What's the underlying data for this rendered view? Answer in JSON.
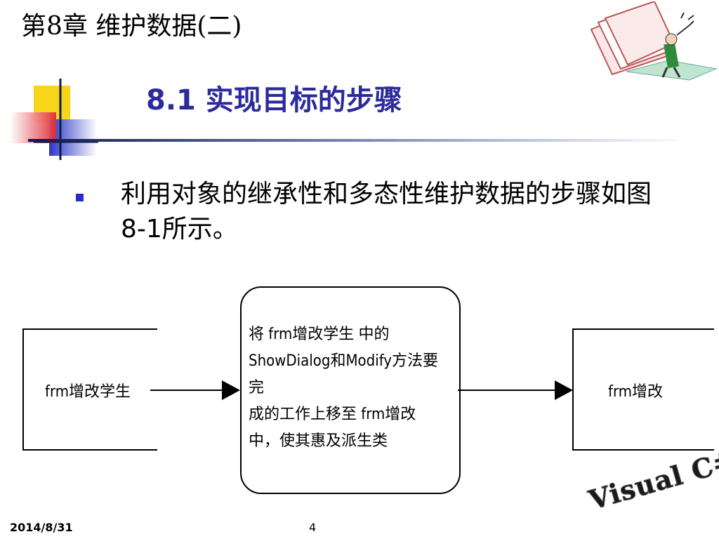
{
  "slide": {
    "chapter_title": "第8章  维护数据(二)",
    "section_title": "8.1 实现目标的步骤",
    "bullet_text": "利用对象的继承性和多态性维护数据的步骤如图8-1所示。"
  },
  "diagram": {
    "left_box_label": "frm增改学生",
    "center_box_text": "将 frm增改学生 中的\nShowDialog和Modify方法要完\n成的工作上移至 frm增改\n中，使其惠及派生类",
    "right_box_label": "frm增改"
  },
  "footer": {
    "date": "2014/8/31",
    "page_number": "4",
    "logo_text": "Visual C#. NET"
  },
  "colors": {
    "title_blue": "#2b2b9c",
    "bullet_blue": "#2b2bc9",
    "deco_yellow": "#f7d51a",
    "deco_blue": "#3340c8",
    "deco_red": "#e8373d"
  }
}
